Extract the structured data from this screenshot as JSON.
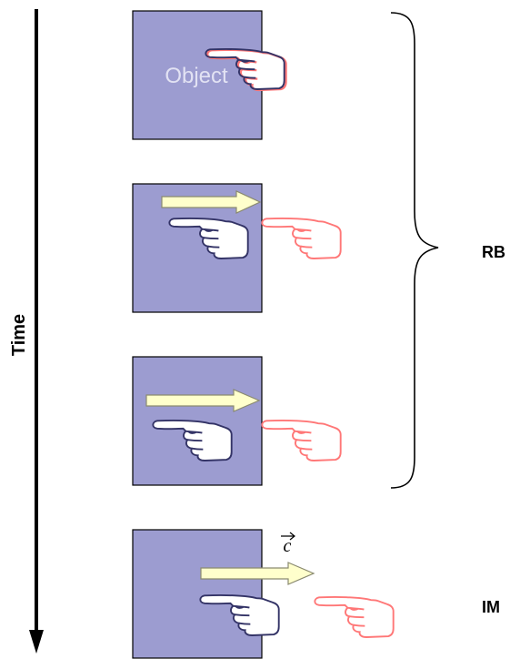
{
  "time_label": "Time",
  "object_label": "Object",
  "vector_label": "c",
  "bracket_label": "RB",
  "bottom_label": "IM",
  "colors": {
    "object_fill": "#9c9cd0",
    "object_stroke": "#000000",
    "arrow_fill": "#ffffcc",
    "arrow_stroke": "#8a8a70",
    "hand_dark": "#333366",
    "hand_light": "#ff7777",
    "hand_fill": "#ffffff"
  }
}
